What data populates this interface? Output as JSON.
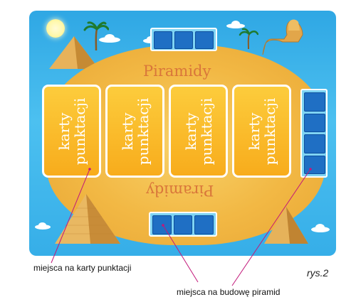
{
  "board": {
    "title_top": "Piramidy",
    "title_bottom": "Piramidy",
    "cards": [
      {
        "label_line1": "karty",
        "label_line2": "punktacji"
      },
      {
        "label_line1": "karty",
        "label_line2": "punktacji"
      },
      {
        "label_line1": "karty",
        "label_line2": "punktacji"
      },
      {
        "label_line1": "karty",
        "label_line2": "punktacji"
      }
    ]
  },
  "annotations": {
    "scoring_cards_label": "miejsca na karty punktacji",
    "pyramid_build_label": "miejsca na budowę piramid",
    "figure_label": "rys.2"
  },
  "colors": {
    "sky": "#3fb6ec",
    "sand": "#f2b844",
    "card": "#f9b828",
    "slot": "#1f6fc4",
    "leader_line": "#c2187a"
  }
}
